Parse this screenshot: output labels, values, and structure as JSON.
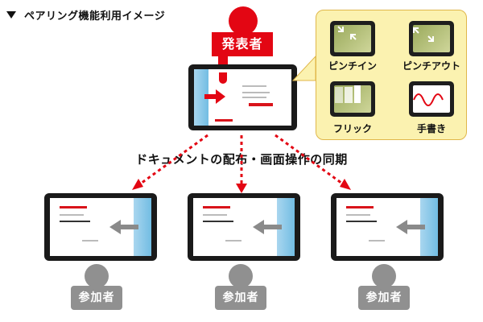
{
  "title": "ペアリング機能利用イメージ",
  "presenter": {
    "label": "発表者"
  },
  "gestures": [
    {
      "label": "ピンチイン",
      "icon": "pinch-in-icon"
    },
    {
      "label": "ピンチアウト",
      "icon": "pinch-out-icon"
    },
    {
      "label": "フリック",
      "icon": "flick-icon"
    },
    {
      "label": "手書き",
      "icon": "handwriting-icon"
    }
  ],
  "sync_label": "ドキュメントの配布・画面操作の同期",
  "participants": [
    {
      "label": "参加者"
    },
    {
      "label": "参加者"
    },
    {
      "label": "参加者"
    }
  ],
  "colors": {
    "presenter": "#e30613",
    "participant": "#909090",
    "panel": "#fbf2b0",
    "arrow": "#e30613"
  }
}
